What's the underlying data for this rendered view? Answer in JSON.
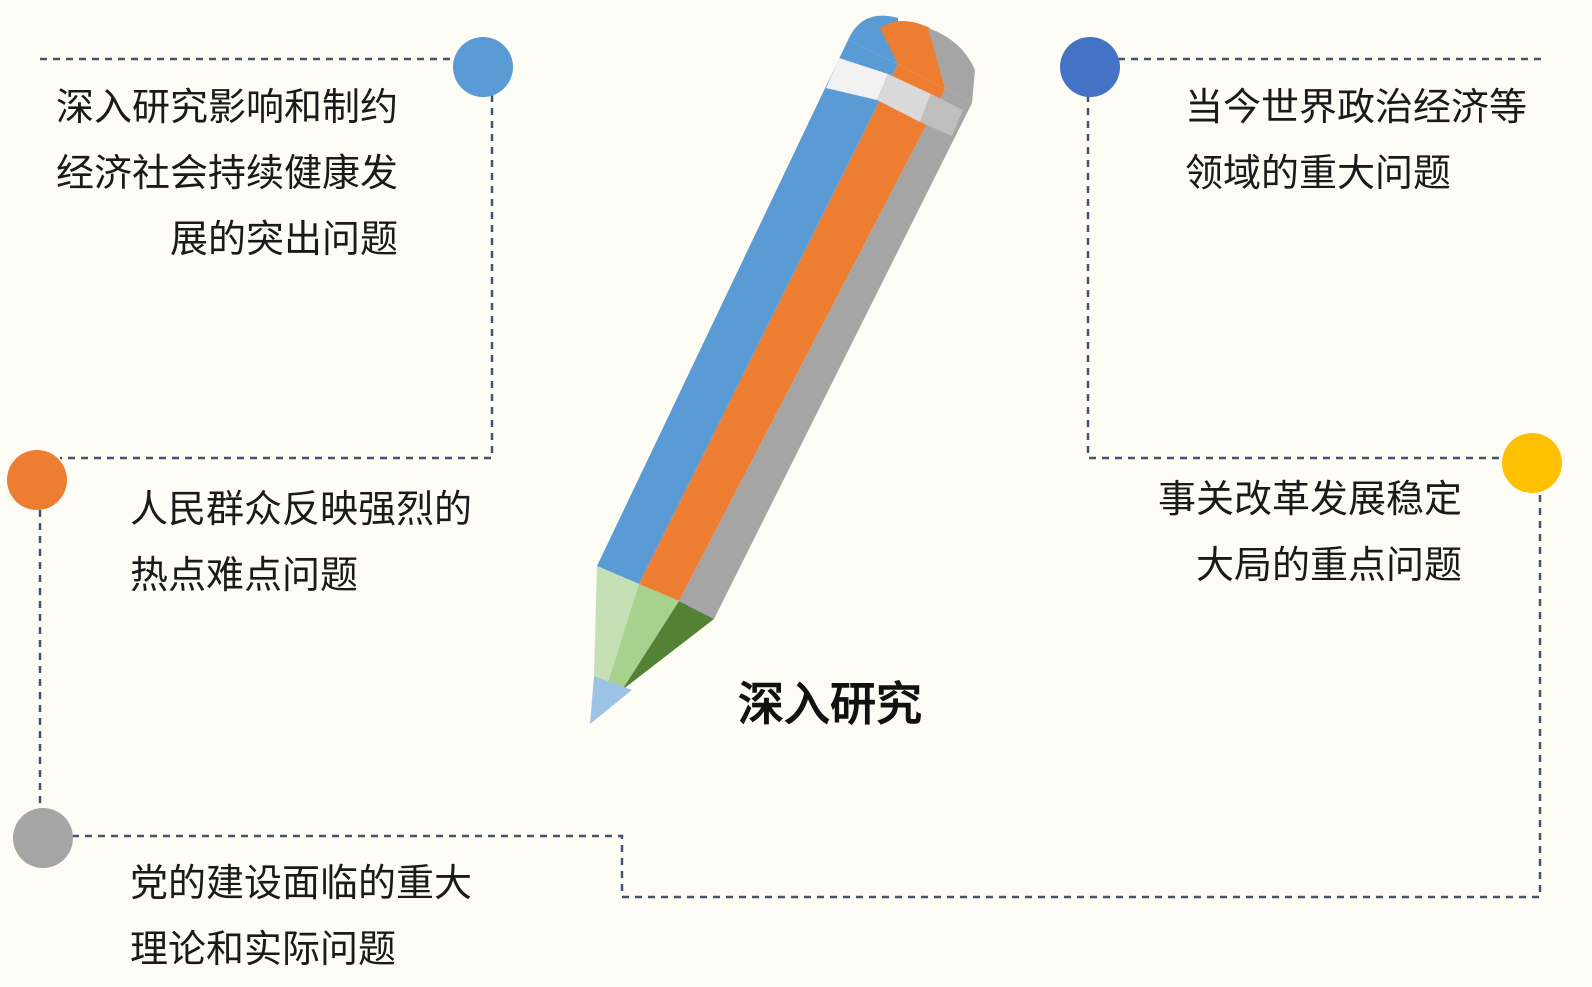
{
  "center_label": "深入研究",
  "items": [
    {
      "lines": [
        "深入研究影响和制约",
        "经济社会持续健康发",
        "展的突出问题"
      ],
      "color": "#5b9bd5"
    },
    {
      "lines": [
        "当今世界政治经济等",
        "领域的重大问题"
      ],
      "color": "#4472c4"
    },
    {
      "lines": [
        "人民群众反映强烈的",
        "热点难点问题"
      ],
      "color": "#ed7d31"
    },
    {
      "lines": [
        "事关改革发展稳定",
        "大局的重点问题"
      ],
      "color": "#ffc000"
    },
    {
      "lines": [
        "党的建设面临的重大",
        "理论和实际问题"
      ],
      "color": "#a5a5a5"
    }
  ],
  "pencil": {
    "colors": [
      "#5b9bd5",
      "#ed7d31",
      "#a5a5a5"
    ],
    "band_colors": [
      "#f2f2f2",
      "#d9d9d9"
    ],
    "tip_colors": [
      "#c5e0b4",
      "#a9d18e",
      "#548235"
    ],
    "lead_color": "#9dc3e6"
  },
  "line_color": "#44546a"
}
